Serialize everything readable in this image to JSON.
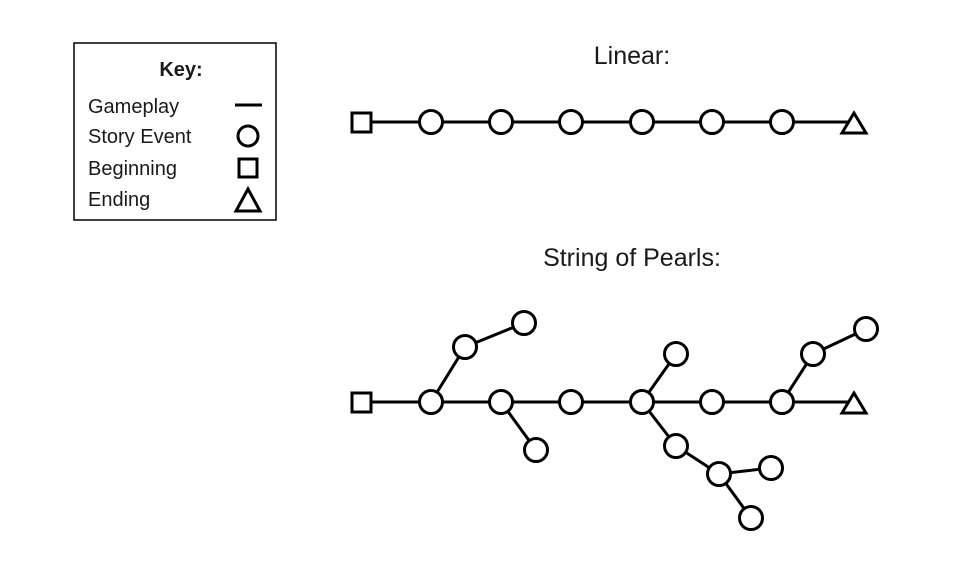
{
  "key": {
    "title": "Key:",
    "items": [
      {
        "label": "Gameplay",
        "symbol": "line"
      },
      {
        "label": "Story Event",
        "symbol": "circle"
      },
      {
        "label": "Beginning",
        "symbol": "square"
      },
      {
        "label": "Ending",
        "symbol": "triangle"
      }
    ]
  },
  "diagrams": [
    {
      "title": "Linear:",
      "nodes": [
        "beginning",
        "story-event",
        "story-event",
        "story-event",
        "story-event",
        "story-event",
        "story-event",
        "ending"
      ]
    },
    {
      "title": "String of Pearls:",
      "main_path": [
        "beginning",
        "story-event",
        "story-event",
        "story-event",
        "story-event",
        "story-event",
        "story-event",
        "ending"
      ],
      "branches": [
        {
          "from_node": 1,
          "story_events": 2
        },
        {
          "from_node": 2,
          "story_events": 1
        },
        {
          "from_node": 4,
          "story_events": 1
        },
        {
          "from_node": 4,
          "story_events": 2,
          "then_splits_into": 2
        },
        {
          "from_node": 6,
          "story_events": 2
        }
      ]
    }
  ]
}
